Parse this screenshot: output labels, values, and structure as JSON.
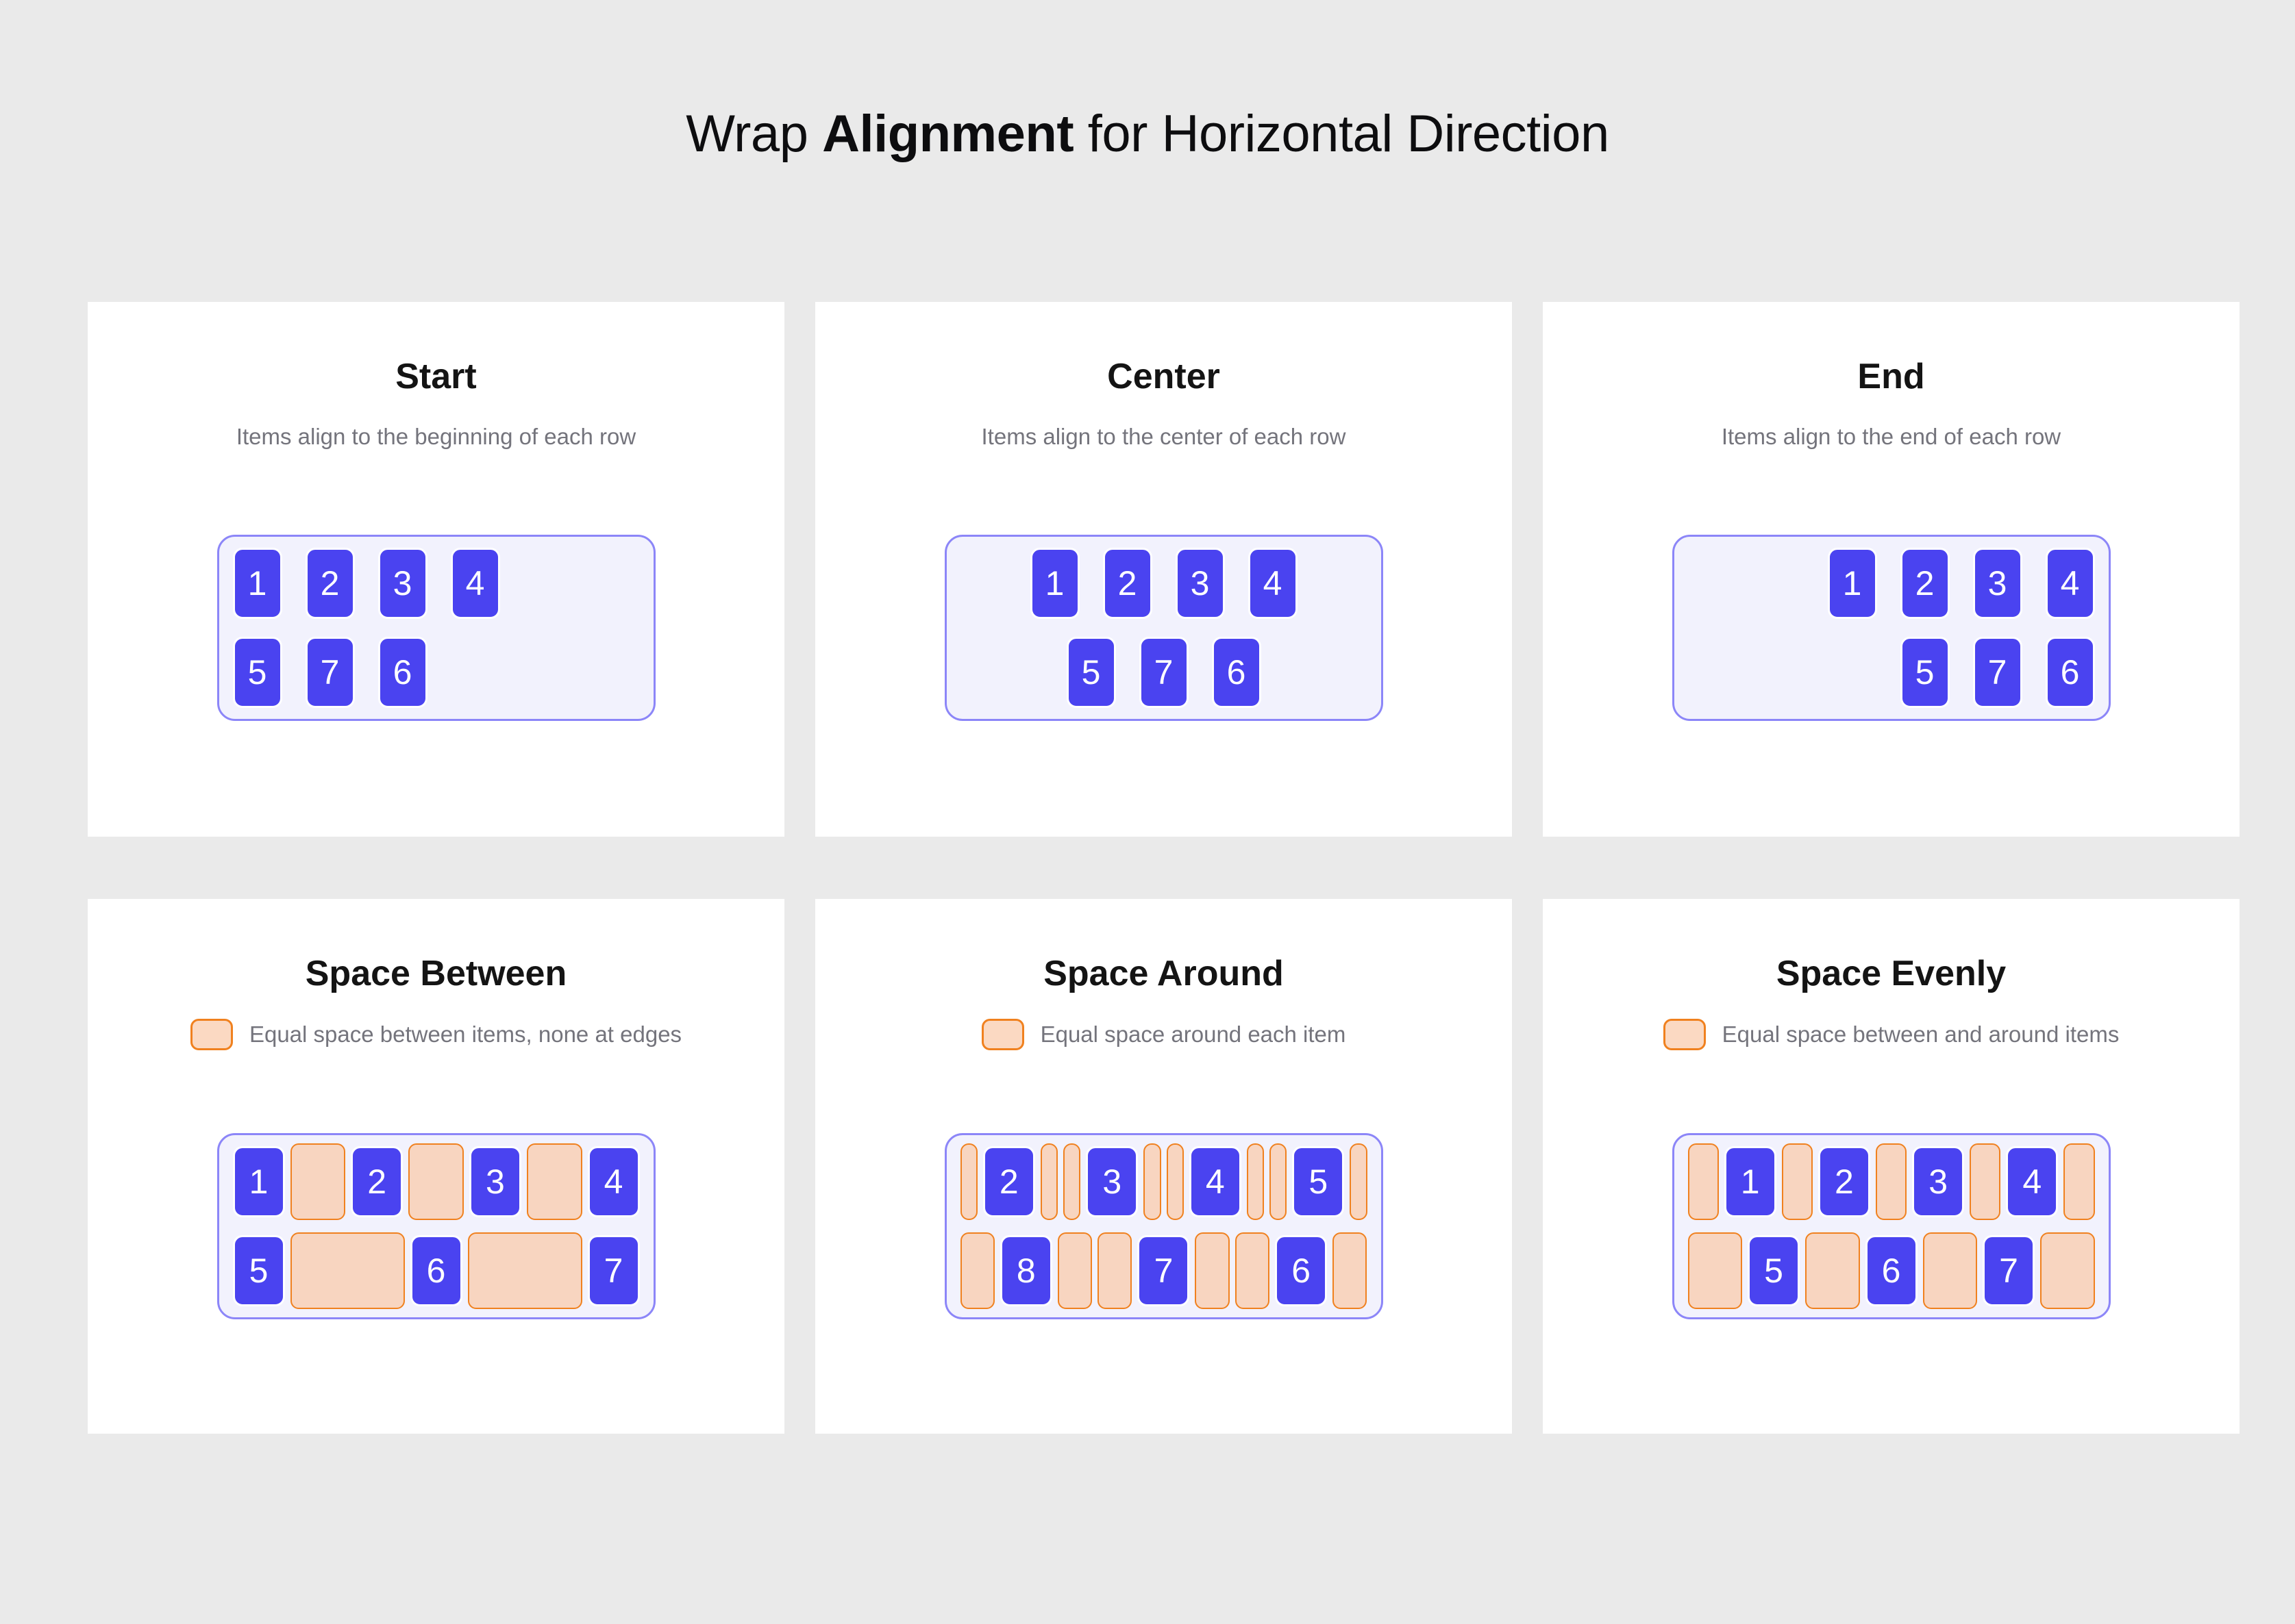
{
  "title": {
    "pre": "Wrap ",
    "bold": "Alignment",
    "post": " for Horizontal Direction"
  },
  "colors": {
    "page_bg": "#eaeaea",
    "card_bg": "#ffffff",
    "item_fill": "#4a43f0",
    "item_text": "#ffffff",
    "container_fill": "#f2f2fd",
    "container_border": "#8c86f8",
    "gap_fill": "#f8d5c0",
    "gap_border": "#f0811f",
    "subtitle_text": "#74747c",
    "title_text": "#0d0d0f"
  },
  "cards": [
    {
      "title": "Start",
      "subtitle": "Items align to the beginning of each row",
      "legend": false,
      "justify": "start",
      "rows": [
        [
          "1",
          "2",
          "3",
          "4"
        ],
        [
          "5",
          "7",
          "6"
        ]
      ]
    },
    {
      "title": "Center",
      "subtitle": "Items align to the center of each row",
      "legend": false,
      "justify": "center",
      "rows": [
        [
          "1",
          "2",
          "3",
          "4"
        ],
        [
          "5",
          "7",
          "6"
        ]
      ]
    },
    {
      "title": "End",
      "subtitle": "Items align to the end of each row",
      "legend": false,
      "justify": "end",
      "rows": [
        [
          "1",
          "2",
          "3",
          "4"
        ],
        [
          "5",
          "7",
          "6"
        ]
      ]
    },
    {
      "title": "Space Between",
      "subtitle": "Equal space between items, none at edges",
      "legend": true,
      "justify": "between",
      "rows": [
        [
          "1",
          "~",
          "2",
          "~",
          "3",
          "~",
          "4"
        ],
        [
          "5",
          "~",
          "6",
          "~",
          "7"
        ]
      ]
    },
    {
      "title": "Space Around",
      "subtitle": "Equal space around each item",
      "legend": true,
      "justify": "around",
      "rows": [
        [
          "~",
          "2",
          "~",
          "~",
          "3",
          "~",
          "~",
          "4",
          "~",
          "~",
          "5",
          "~"
        ],
        [
          "~",
          "8",
          "~",
          "~",
          "7",
          "~",
          "~",
          "6",
          "~"
        ]
      ]
    },
    {
      "title": "Space Evenly",
      "subtitle": "Equal space between and around items",
      "legend": true,
      "justify": "evenly",
      "rows": [
        [
          "~",
          "1",
          "~",
          "2",
          "~",
          "3",
          "~",
          "4",
          "~"
        ],
        [
          "~",
          "5",
          "~",
          "6",
          "~",
          "7",
          "~"
        ]
      ]
    }
  ]
}
